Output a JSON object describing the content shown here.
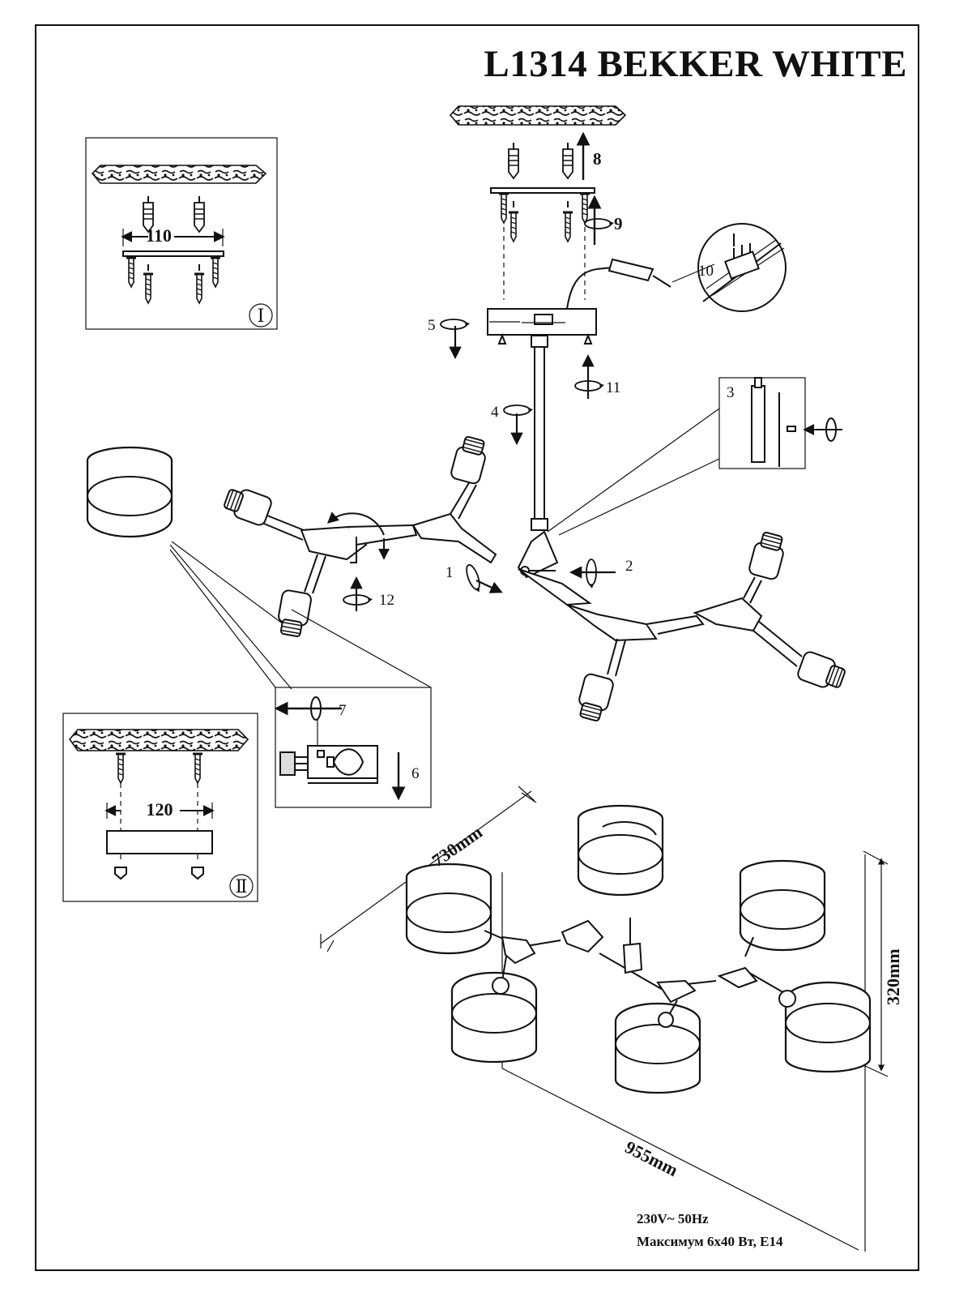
{
  "header": {
    "title": "L1314 BEKKER WHITE"
  },
  "insets": {
    "inset_I": {
      "roman": "Ⅰ",
      "dimension": "110"
    },
    "inset_II": {
      "roman": "Ⅱ",
      "dimension": "120"
    },
    "inset_3": {
      "number": "3"
    },
    "inset_bulb": {
      "step_7": "7",
      "step_6": "6"
    },
    "inset_10": {
      "number": "10"
    }
  },
  "steps": {
    "s1": "1",
    "s2": "2",
    "s4": "4",
    "s5": "5",
    "s8": "8",
    "s9": "9",
    "s11": "11",
    "s12": "12"
  },
  "dimensions": {
    "depth": "730mm",
    "width": "955mm",
    "height": "320mm"
  },
  "specs": {
    "voltage": "230V~ 50Hz",
    "power": "Максимум 6x40 Вт, E14"
  },
  "icons": [
    "rotate-arrow-icon",
    "straight-arrow-icon",
    "dimension-arrow-icon"
  ]
}
